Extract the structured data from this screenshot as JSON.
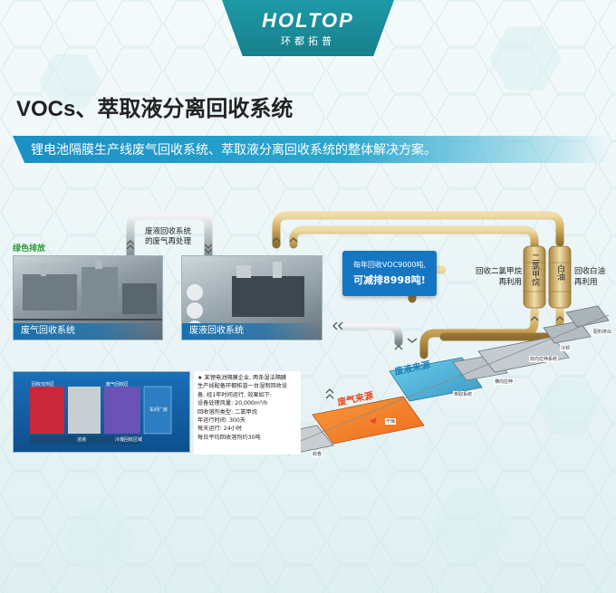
{
  "brand": {
    "logo_text": "HOLTOP",
    "logo_cn": "环都拓普"
  },
  "page_title": "VOCs、萃取液分离回收系统",
  "subtitle": "锂电池隔膜生产线废气回收系统、萃取液分离回收系统的整体解决方案。",
  "labels": {
    "green_exhaust": "绿色排放",
    "waste_liquid_gas": "废液回收系统\n的废气再处理",
    "recover_dcm": "回收二氯甲烷\n再利用",
    "recover_white_oil": "回收白油\n再利用",
    "drum_dcm": "二氯甲烷",
    "drum_white_oil": "白油",
    "gas_source": "废气来源",
    "liquid_source": "废液来源"
  },
  "photos": {
    "gas_system": "废气回收系统",
    "liquid_system": "废液回收系统"
  },
  "badge": {
    "line1": "每年回收VOC9000吨,",
    "line2": "可减排8998吨!"
  },
  "info": {
    "lines": [
      "★ 某锂电池隔膜企业, 两条湿法隔膜",
      "生产线配备环都拓普一台湿制回收设",
      "备, 经1年时间运行, 效果如下:",
      "设备处理风量: 20,000m³/h",
      "回收溶剂类型: 二氯甲烷",
      "年运行时间: 300天",
      "每天运行: 24小时",
      "每日平均回收溶剂约30吨"
    ]
  },
  "plan": {
    "rooms": [
      "回收溶剂区",
      "废气回收区",
      "溶液",
      "冷凝回收区域",
      "车间厂房"
    ]
  },
  "line_labels": [
    "配料挤出",
    "双向拉伸系统",
    "萃取系统",
    "干燥",
    "横向拉伸",
    "冷却",
    "收卷"
  ]
}
